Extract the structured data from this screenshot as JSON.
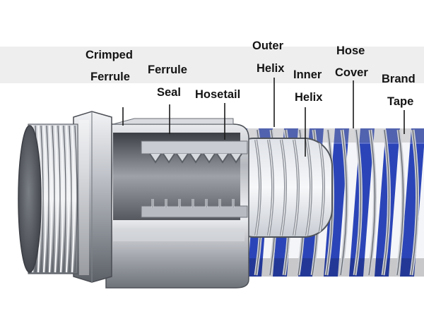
{
  "diagram": {
    "labels": {
      "crimped_ferrule": [
        "Crimped",
        "Ferrule"
      ],
      "ferrule_seal": [
        "Ferrule",
        "Seal"
      ],
      "hosetail": [
        "Hosetail"
      ],
      "outer_helix": [
        "Outer",
        "Helix"
      ],
      "inner_helix": [
        "Inner",
        "Helix"
      ],
      "hose_cover": [
        "Hose",
        "Cover"
      ],
      "brand_tape": [
        "Brand",
        "Tape"
      ]
    },
    "colors": {
      "cover_blue": "#2b45b8",
      "cover_white": "#f2f3f7",
      "steel_light": "#e6e8ec",
      "steel_dark": "#5e6168",
      "label_text": "#141414",
      "band_gray": "#eeeeef"
    }
  }
}
